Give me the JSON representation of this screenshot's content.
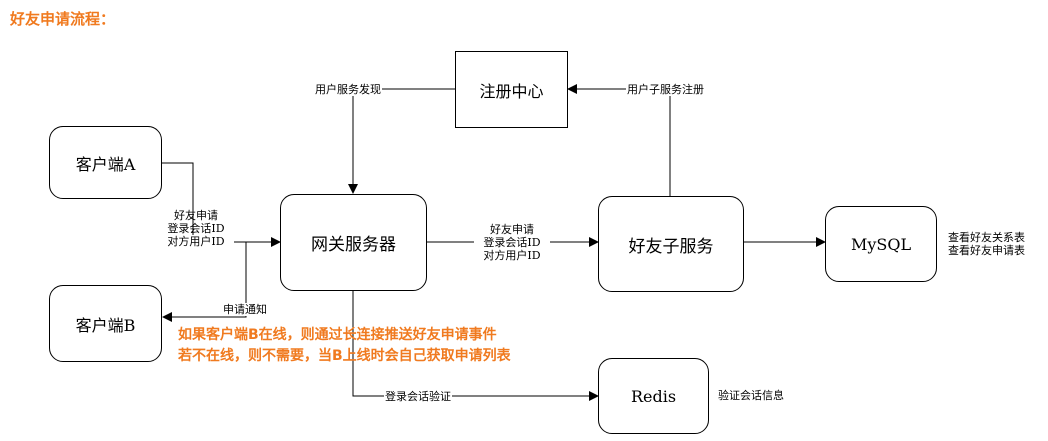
{
  "title": "好友申请流程：",
  "nodes": {
    "registry": "注册中心",
    "client_a": "客户端A",
    "client_b": "客户端B",
    "gateway": "网关服务器",
    "friend_service": "好友子服务",
    "mysql": "MySQL",
    "redis": "Redis"
  },
  "edges": {
    "service_discovery": "用户服务发现",
    "service_registration": "用户子服务注册",
    "client_request": [
      "好友申请",
      "登录会话ID",
      "对方用户ID"
    ],
    "gateway_to_friend": [
      "好友申请",
      "登录会话ID",
      "对方用户ID"
    ],
    "notify": "申请通知",
    "session_verify": "登录会话验证"
  },
  "annotations": {
    "mysql_side": [
      "查看好友关系表",
      "查看好友申请表"
    ],
    "redis_side": "验证会话信息",
    "note": [
      "如果客户端B在线，则通过长连接推送好友申请事件",
      "若不在线，则不需要，当B上线时会自己获取申请列表"
    ]
  }
}
